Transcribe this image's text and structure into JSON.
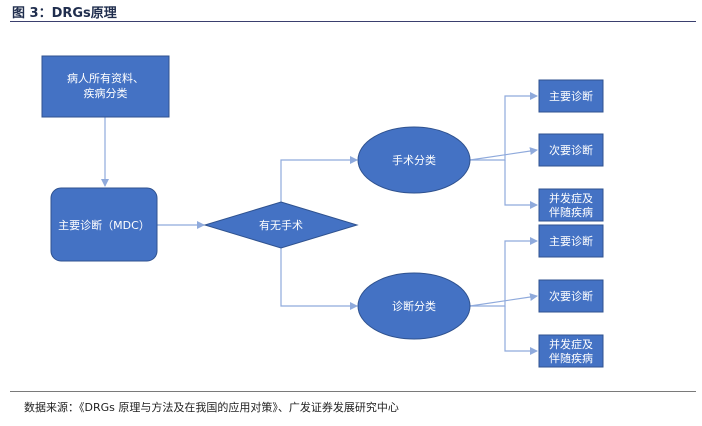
{
  "header": {
    "title": "图 3：DRGs原理"
  },
  "footer": {
    "source": "数据来源：《DRGs 原理与方法及在我国的应用对策》、广发证券发展研究中心"
  },
  "colors": {
    "fill": "#4472C4",
    "stroke": "#2F528F",
    "connector": "#8FAADC"
  },
  "nodes": {
    "patient_info": "病人所有资料、疾病分类",
    "mdc": "主要诊断（MDC）",
    "decision": "有无手术",
    "surgery": "手术分类",
    "diagnosis": "诊断分类",
    "surgery_children": [
      "主要诊断",
      "次要诊断",
      "并发症及伴随疾病"
    ],
    "diagnosis_children": [
      "主要诊断",
      "次要诊断",
      "并发症及伴随疾病"
    ]
  }
}
